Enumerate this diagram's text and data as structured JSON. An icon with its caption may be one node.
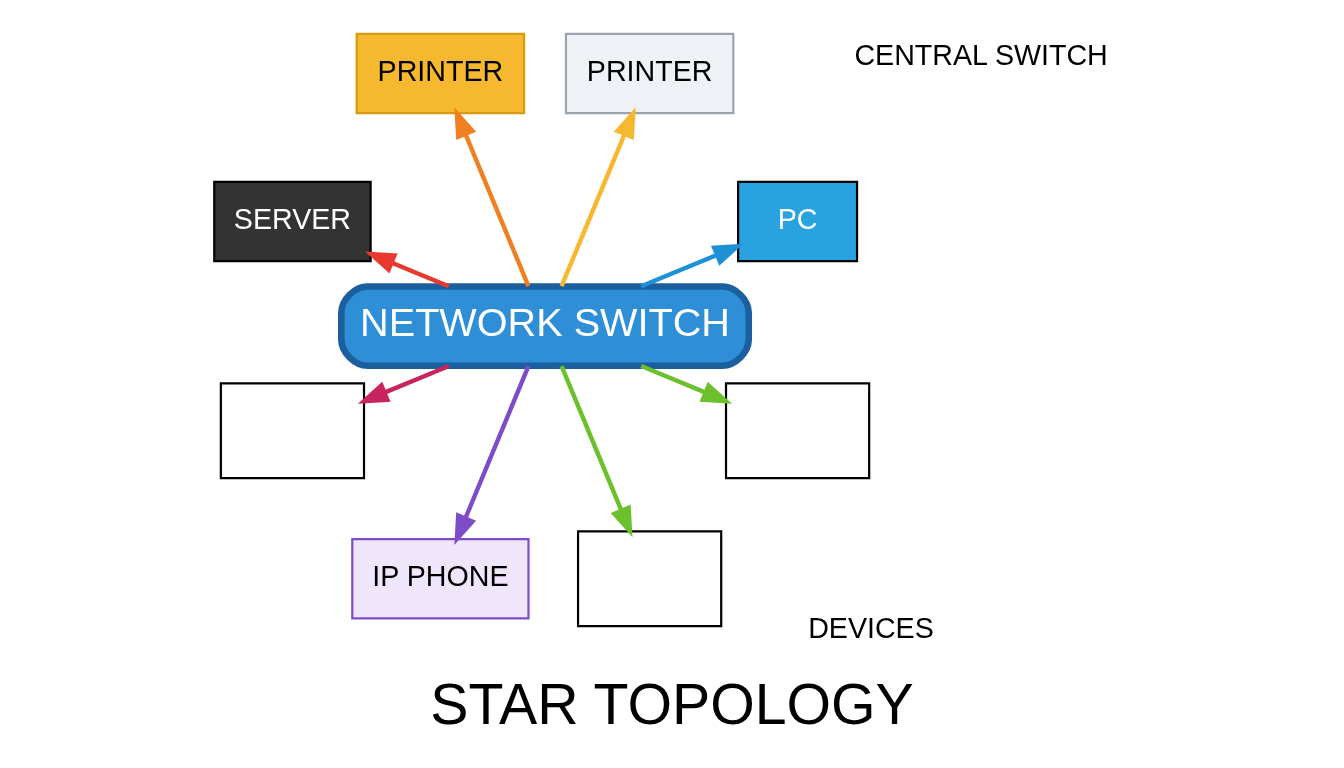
{
  "diagram": {
    "title": "STAR TOPOLOGY",
    "nodes": [
      {
        "text": [
          "NETWORK SWITCH"
        ]
      },
      {
        "text": [
          "PC"
        ]
      },
      {
        "text": [
          "PRINTER"
        ]
      },
      {
        "text": [
          "PRINTER"
        ]
      },
      {
        "text": [
          "SERVER"
        ]
      },
      {
        "text": [],
        "shape": "box"
      },
      {
        "text": [
          "IP PHONE"
        ]
      },
      {
        "text": [],
        "shape": "box"
      },
      {
        "text": [],
        "shape": "box"
      }
    ],
    "edges": [
      {
        "from": 0,
        "to": 1,
        "arrow": "to",
        "color": "#1e90d6"
      },
      {
        "from": 0,
        "to": 2,
        "arrow": "to",
        "color": "#f5b82e"
      },
      {
        "from": 0,
        "to": 3,
        "arrow": "to",
        "color": "#f07f22"
      },
      {
        "from": 0,
        "to": 4,
        "arrow": "to",
        "color": "#e8392f"
      },
      {
        "from": 0,
        "to": 5,
        "arrow": "to",
        "color": "#c8245e"
      },
      {
        "from": 0,
        "to": 6,
        "arrow": "to",
        "color": "#7e4cc9"
      },
      {
        "from": 0,
        "to": 7,
        "arrow": "to",
        "color": "#6cc02c"
      },
      {
        "from": 0,
        "to": 8,
        "arrow": "to",
        "color": "#6cc02c"
      }
    ],
    "legend": [
      {
        "text": "CENTRAL SWITCH"
      },
      {
        "text": "DEVICES"
      }
    ]
  }
}
